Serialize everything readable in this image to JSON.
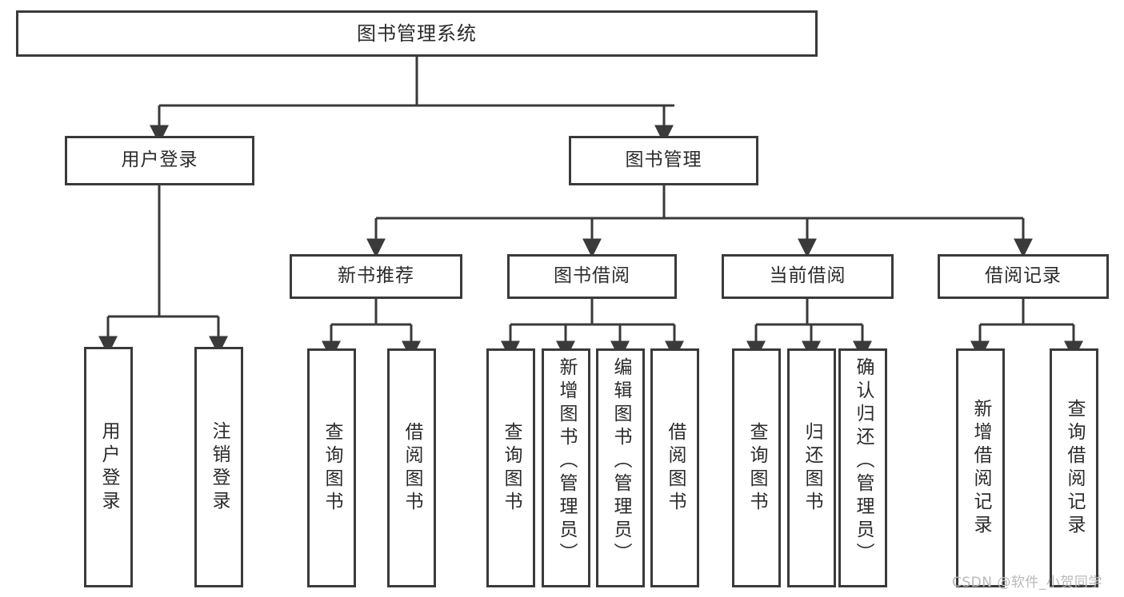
{
  "diagram": {
    "title": "图书管理系统",
    "type": "hierarchy-tree",
    "root": {
      "id": "root",
      "label": "图书管理系统",
      "orientation": "horizontal"
    },
    "level2": [
      {
        "id": "user-login",
        "label": "用户登录",
        "orientation": "horizontal"
      },
      {
        "id": "book-management",
        "label": "图书管理",
        "orientation": "horizontal"
      }
    ],
    "level3": [
      {
        "id": "new-book-recommend",
        "label": "新书推荐",
        "orientation": "horizontal",
        "parent": "book-management"
      },
      {
        "id": "book-borrow",
        "label": "图书借阅",
        "orientation": "horizontal",
        "parent": "book-management"
      },
      {
        "id": "current-borrow",
        "label": "当前借阅",
        "orientation": "horizontal",
        "parent": "book-management"
      },
      {
        "id": "borrow-record",
        "label": "借阅记录",
        "orientation": "horizontal",
        "parent": "book-management"
      }
    ],
    "leaves": [
      {
        "id": "leaf-user-login",
        "label": "用户登录",
        "orientation": "vertical",
        "parent": "user-login"
      },
      {
        "id": "leaf-user-logout",
        "label": "注销登录",
        "orientation": "vertical",
        "parent": "user-login"
      },
      {
        "id": "leaf-query-book-1",
        "label": "查询图书",
        "orientation": "vertical",
        "parent": "new-book-recommend"
      },
      {
        "id": "leaf-borrow-book-1",
        "label": "借阅图书",
        "orientation": "vertical",
        "parent": "new-book-recommend"
      },
      {
        "id": "leaf-query-book-2",
        "label": "查询图书",
        "orientation": "vertical",
        "parent": "book-borrow"
      },
      {
        "id": "leaf-add-book",
        "label": "新增图书（管理员）",
        "orientation": "vertical",
        "parent": "book-borrow"
      },
      {
        "id": "leaf-edit-book",
        "label": "编辑图书（管理员）",
        "orientation": "vertical",
        "parent": "book-borrow"
      },
      {
        "id": "leaf-borrow-book-2",
        "label": "借阅图书",
        "orientation": "vertical",
        "parent": "book-borrow"
      },
      {
        "id": "leaf-query-book-3",
        "label": "查询图书",
        "orientation": "vertical",
        "parent": "current-borrow"
      },
      {
        "id": "leaf-return-book",
        "label": "归还图书",
        "orientation": "vertical",
        "parent": "current-borrow"
      },
      {
        "id": "leaf-confirm-return",
        "label": "确认归还（管理员）",
        "orientation": "vertical",
        "parent": "current-borrow"
      },
      {
        "id": "leaf-add-record",
        "label": "新增借阅记录",
        "orientation": "vertical",
        "parent": "borrow-record"
      },
      {
        "id": "leaf-query-record",
        "label": "查询借阅记录",
        "orientation": "vertical",
        "parent": "borrow-record"
      }
    ],
    "colors": {
      "stroke": "#3a3a3a",
      "background": "#ffffff",
      "text": "#2b2b2b",
      "watermark": "#b9b9b9"
    }
  },
  "watermark": {
    "text": "CSDN @软件_小贺同学"
  }
}
